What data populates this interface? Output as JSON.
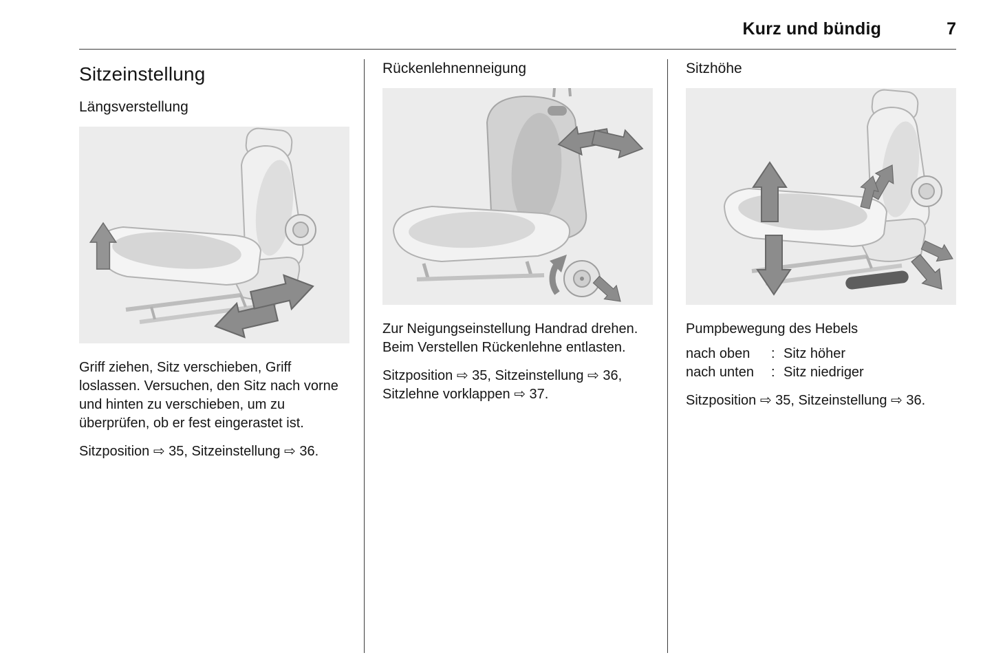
{
  "header": {
    "title": "Kurz und bündig",
    "page_number": "7"
  },
  "columns": [
    {
      "title": "Sitzeinstellung",
      "subtitle": "Längsverstellung",
      "illustration": "seat-longitudinal-adjustment-illustration",
      "body": "Griff ziehen, Sitz verschieben, Griff loslassen. Versuchen, den Sitz nach vorne und hinten zu verschieben, um zu überprüfen, ob er fest eingerastet ist.",
      "reference": "Sitzposition ⇨ 35, Sitzeinstellung ⇨ 36."
    },
    {
      "title": "Rückenlehnenneigung",
      "illustration": "seat-backrest-inclination-illustration",
      "body": "Zur Neigungseinstellung Handrad drehen. Beim Verstellen Rückenlehne entlasten.",
      "reference": "Sitzposition ⇨ 35, Sitzeinstellung ⇨ 36, Sitzlehne vorklappen ⇨ 37."
    },
    {
      "title": "Sitzhöhe",
      "illustration": "seat-height-adjustment-illustration",
      "body": "Pumpbewegung des Hebels",
      "definitions": [
        {
          "term": "nach oben",
          "separator": ":",
          "description": "Sitz höher"
        },
        {
          "term": "nach unten",
          "separator": ":",
          "description": "Sitz niedriger"
        }
      ],
      "reference": "Sitzposition ⇨ 35, Sitzeinstellung ⇨ 36."
    }
  ]
}
